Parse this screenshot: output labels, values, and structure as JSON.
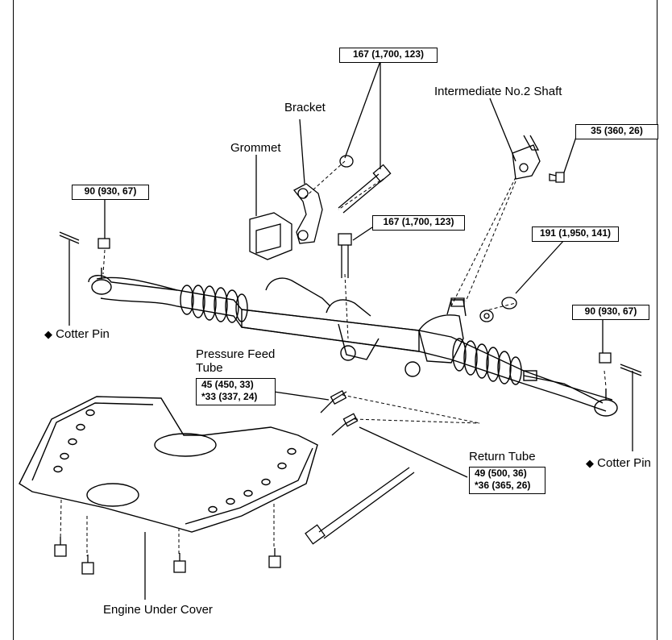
{
  "torques": {
    "bracket_bolt": "167 (1,700, 123)",
    "intermediate_bolt": "35 (360, 26)",
    "left_nut": "90 (930, 67)",
    "center_bolt": "167 (1,700, 123)",
    "right_mount_nut": "191 (1,950, 141)",
    "right_nut": "90 (930, 67)",
    "pressure_feed_1": "45 (450, 33)",
    "pressure_feed_2": "*33 (337, 24)",
    "return_1": "49 (500, 36)",
    "return_2": "*36 (365, 26)"
  },
  "labels": {
    "bracket": "Bracket",
    "grommet": "Grommet",
    "intermediate_shaft": "Intermediate No.2 Shaft",
    "cotter_pin_left": "Cotter Pin",
    "cotter_pin_right": "Cotter Pin",
    "pressure_feed_tube": "Pressure Feed Tube",
    "return_tube": "Return Tube",
    "engine_under_cover": "Engine Under Cover",
    "diamond": "◆"
  }
}
